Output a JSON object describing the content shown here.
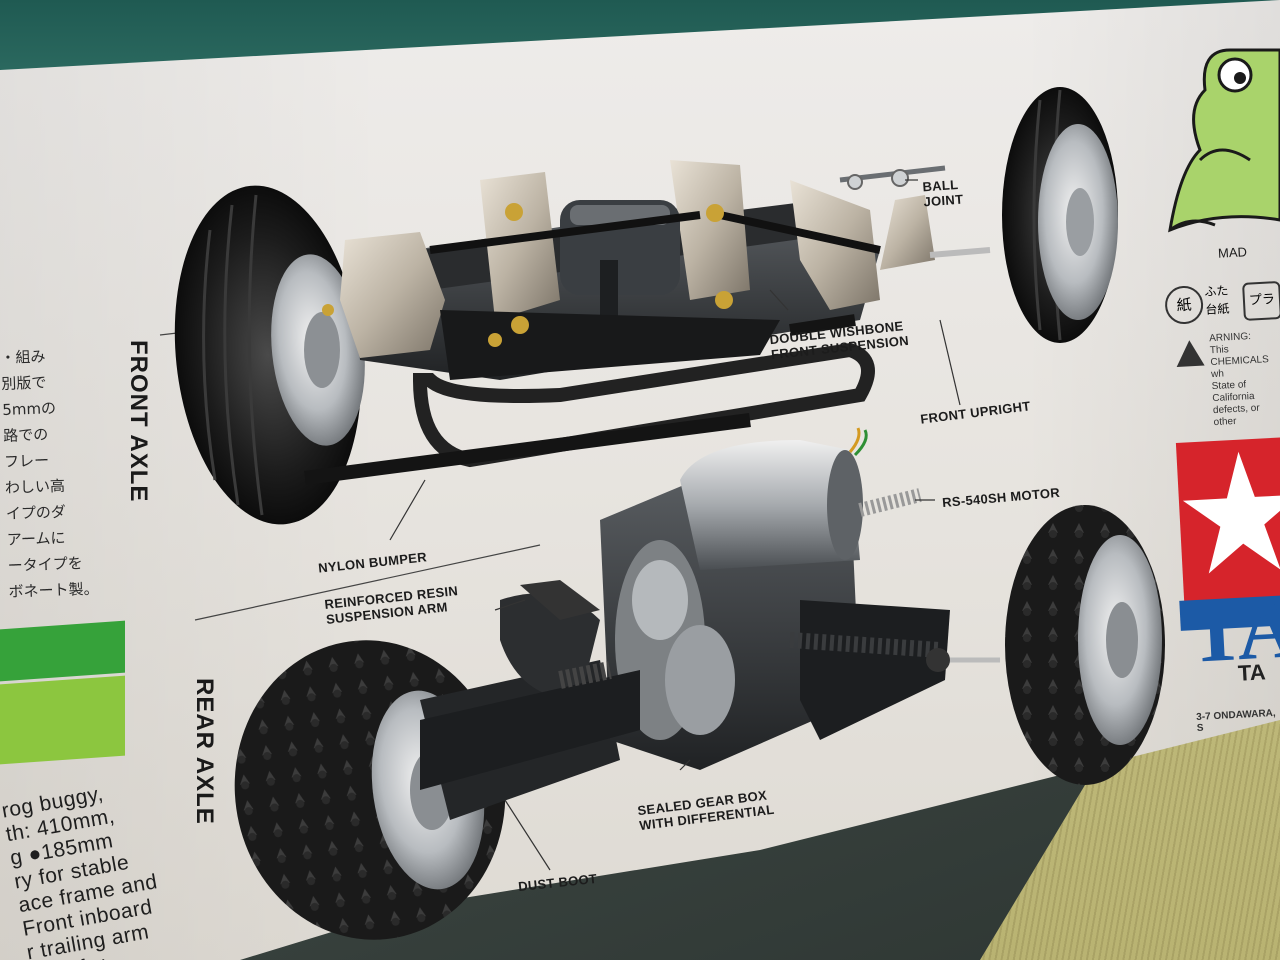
{
  "japanese_text": {
    "lines": [
      "・組み",
      "別版で",
      "5mmの",
      "路での",
      "フレー",
      "わしい高",
      "イプのダ",
      "アームに",
      "ータイプを",
      "ボネート製。"
    ]
  },
  "english_text": {
    "lines": [
      "rog buggy,",
      "th: 410mm,",
      "g  ●185mm",
      "ry for stable",
      "ace frame and",
      "Front inboard",
      "r trailing arm",
      "haft, for"
    ]
  },
  "axle_titles": {
    "front": "FRONT AXLE",
    "rear": "REAR AXLE"
  },
  "callouts": {
    "ball_joint": [
      "BALL",
      "JOINT"
    ],
    "double_wishbone": [
      "DOUBLE WISHBONE",
      "FRONT SUSPENSION"
    ],
    "front_upright": "FRONT UPRIGHT",
    "nylon_bumper": "NYLON BUMPER",
    "motor": "RS-540SH MOTOR",
    "reinforced_arm": [
      "REINFORCED RESIN",
      "SUSPENSION ARM"
    ],
    "gear_box": [
      "SEALED GEAR BOX",
      "WITH DIFFERENTIAL"
    ],
    "dust_boot": "DUST BOOT"
  },
  "right_panel": {
    "made_text": "MAD",
    "recycle_marks": [
      "紙",
      "ふた",
      "台紙",
      "プラ"
    ],
    "warning_lines": [
      "ARNING: This",
      "CHEMICALS wh",
      "State of California",
      "defects, or other"
    ],
    "brand": "TA",
    "brand_sub": "TA",
    "address": "3-7 ONDAWARA, S"
  },
  "colors": {
    "tamiya_red": "#d6242b",
    "tamiya_blue": "#1c5aa6",
    "green_bar": "#36a23a",
    "lime_bar": "#8cc63f",
    "frog_green": "#a9d36b"
  }
}
